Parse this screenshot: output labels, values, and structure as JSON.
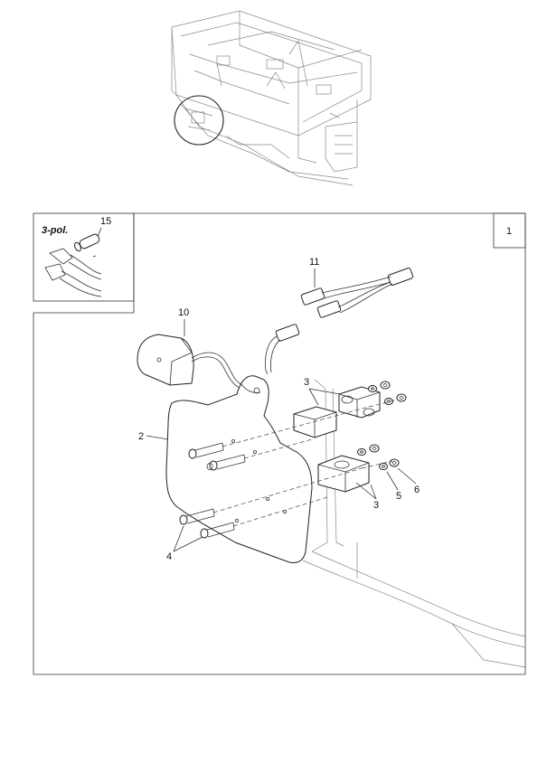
{
  "page_number": "1",
  "inset": {
    "title": "3-pol.",
    "callout": "15"
  },
  "callouts": {
    "c11": "11",
    "c10": "10",
    "c2": "2",
    "c3a": "3",
    "c3b": "3",
    "c4": "4",
    "c5": "5",
    "c6": "6"
  }
}
